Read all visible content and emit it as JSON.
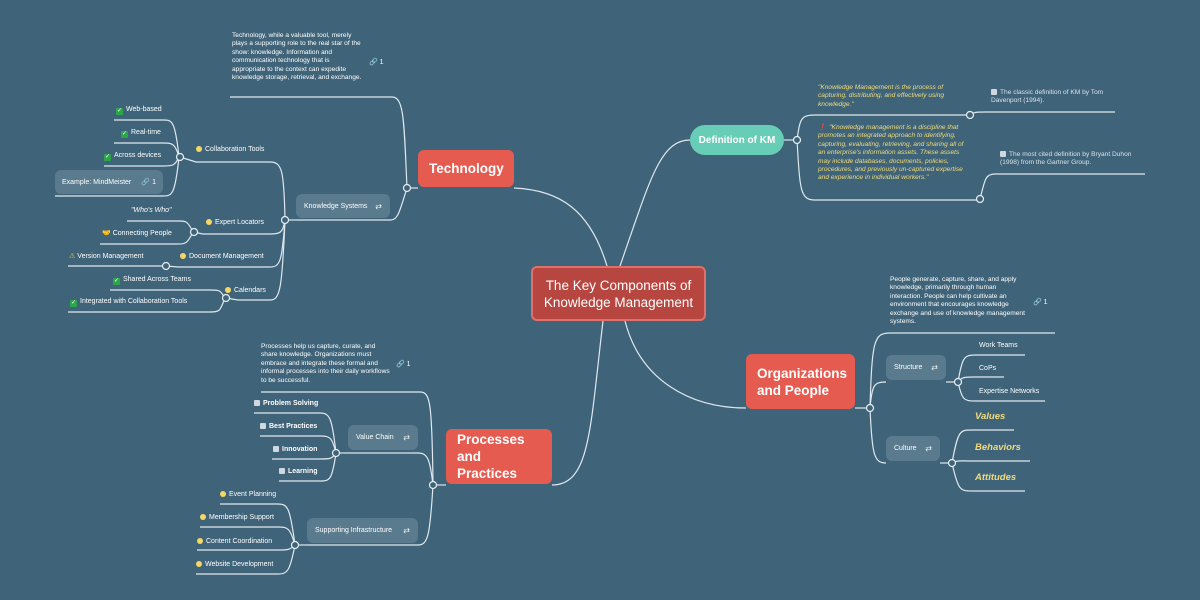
{
  "central": {
    "title_line1": "The Key Components of",
    "title_line2": "Knowledge Management"
  },
  "technology": {
    "label": "Technology",
    "note": "Technology, while a valuable tool, merely plays a supporting role to the real star of the show: knowledge. Information and communication technology that is appropriate to the context can expedite knowledge storage, retrieval, and exchange.",
    "note_links": "1",
    "knowledge_systems": "Knowledge Systems",
    "collaboration_tools": "Collaboration Tools",
    "collab_items": [
      "Web-based",
      "Real-time",
      "Across devices"
    ],
    "example": "Example: MindMeister",
    "example_links": "1",
    "expert_locators": "Expert Locators",
    "whos_who": "\"Who's Who\"",
    "connecting_people": "Connecting People",
    "document_management": "Document Management",
    "version_management": "Version Management",
    "calendars": "Calendars",
    "shared_across_teams": "Shared Across Teams",
    "integrated_collab": "Integrated with Collaboration Tools"
  },
  "processes": {
    "label_line1": "Processes",
    "label_line2": "and Practices",
    "note": "Processes help us capture, curate, and share knowledge. Organizations must embrace and integrate these formal and informal processes into their daily workflows to be successful.",
    "note_links": "1",
    "value_chain": "Value Chain",
    "value_items": [
      "Problem Solving",
      "Best Practices",
      "Innovation",
      "Learning"
    ],
    "supporting_infrastructure": "Supporting Infrastructure",
    "infra_items": [
      "Event Planning",
      "Membership Support",
      "Content Coordination",
      "Website Development"
    ]
  },
  "definition": {
    "label": "Definition of KM",
    "quote1": "\"Knowledge Management is the process of capturing, distributing, and effectively using knowledge.\"",
    "source1": "The classic definition of KM by Tom Davenport (1994).",
    "quote2": "\"Knowledge management is a discipline that promotes an integrated approach to identifying, capturing, evaluating, retrieving, and sharing all of an enterprise's information assets. These assets may include databases, documents, policies, procedures, and previously un-captured expertise and experience in individual workers.\"",
    "source2": "The most cited definition by Bryant Duhon (1998) from the Gartner Group."
  },
  "organizations": {
    "label_line1": "Organizations",
    "label_line2": "and People",
    "note": "People generate, capture, share, and apply knowledge, primarily through human interaction. People can help cultivate an environment that encourages knowledge exchange and use of knowledge management systems.",
    "note_links": "1",
    "structure": "Structure",
    "structure_items": [
      "Work Teams",
      "CoPs",
      "Expertise Networks"
    ],
    "culture": "Culture",
    "culture_items": [
      "Values",
      "Behaviors",
      "Attitudes"
    ]
  },
  "colors": {
    "background": "#3f6379",
    "main_topic": "#e55b50",
    "central": "#b84640",
    "definition": "#67cdb6",
    "subtopic": "#5a7a8e",
    "highlight_text": "#f1dc7a"
  }
}
